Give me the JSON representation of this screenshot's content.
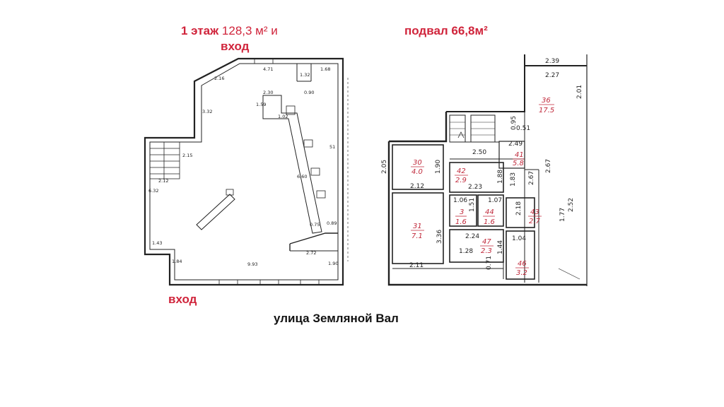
{
  "labels": {
    "floor1_line1_a": "1 этаж",
    "floor1_line1_b": "128,3 м² и",
    "floor1_line2": "вход",
    "basement": "подвал 66,8м²",
    "entrance_bottom": "вход",
    "street": "улица Земляной Вал"
  },
  "floor1_dims": {
    "d216": "2.16",
    "d471": "4.71",
    "d132": "1.32",
    "d168": "1.68",
    "d230": "2.30",
    "d090": "0.90",
    "d159": "1.59",
    "d332": "3.32",
    "d102": "1.02",
    "d215": "2.15",
    "d212": "2.12",
    "d660": "6.60",
    "d632": "6.32",
    "d075": "0.75",
    "d089": "0.89",
    "d143": "1.43",
    "d272": "2.72",
    "d184": "1.84",
    "d993": "9.93",
    "d190": "1.90",
    "d51": "51"
  },
  "basement_dims": {
    "d239": "2.39",
    "d227": "2.27",
    "d201": "2.01",
    "d095": "0.95",
    "d151": "0.51",
    "d249": "2.49",
    "d250": "2.50",
    "d267a": "2.67",
    "d267b": "2.67",
    "d205": "2.05",
    "d190": "1.90",
    "d212": "2.12",
    "d223": "2.23",
    "d188": "1.88",
    "d183": "1.83",
    "d106": "1.06",
    "d151b": "1.51",
    "d107": "1.07",
    "d218": "2.18",
    "d177": "1.77",
    "d252": "2.52",
    "d336": "3.36",
    "d224": "2.24",
    "d104": "1.04",
    "d128": "1.28",
    "d144": "1.44",
    "d071": "0.71",
    "d211": "2.11"
  },
  "rooms": {
    "r36": "36",
    "a36": "17.5",
    "r30": "30",
    "a30": "4.0",
    "r42": "42",
    "a42": "2.9",
    "r41": "41",
    "a41": "5.8",
    "r31": "31",
    "a31": "7.1",
    "r3": "3",
    "a3": "1.6",
    "r44": "44",
    "a44": "1.6",
    "r43": "43",
    "a43": "2.7",
    "r47": "47",
    "a47": "2.3",
    "r46": "46",
    "a46": "3.2"
  },
  "colors": {
    "accent_red": "#d0243b",
    "line": "#222222"
  }
}
